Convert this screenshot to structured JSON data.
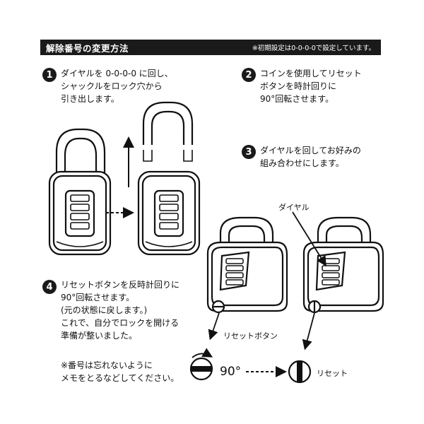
{
  "header": {
    "title": "解除番号の変更方法",
    "note": "※初期設定は0-0-0-0で設定しています。"
  },
  "steps": [
    {
      "number": "1",
      "lines": [
        "ダイヤルを 0-0-0-0 に回し、",
        "シャックルをロック穴から",
        "引き出します。"
      ]
    },
    {
      "number": "2",
      "lines": [
        "コインを使用してリセット",
        "ボタンを時計回りに",
        "90°回転させます。"
      ]
    },
    {
      "number": "3",
      "lines": [
        "ダイヤルを回してお好みの",
        "組み合わせにします。"
      ]
    },
    {
      "number": "4",
      "lines": [
        "リセットボタンを反時計回りに",
        "90°回転させます。",
        "(元の状態に戻します。)",
        "これで、自分でロックを開ける",
        "準備が整いました。"
      ]
    }
  ],
  "footnote": [
    "※番号は忘れないように",
    "メモをとるなどしてください。"
  ],
  "labels": {
    "dial": "ダイヤル",
    "reset_button": "リセットボタン",
    "angle": "90°",
    "reset": "リセット"
  }
}
